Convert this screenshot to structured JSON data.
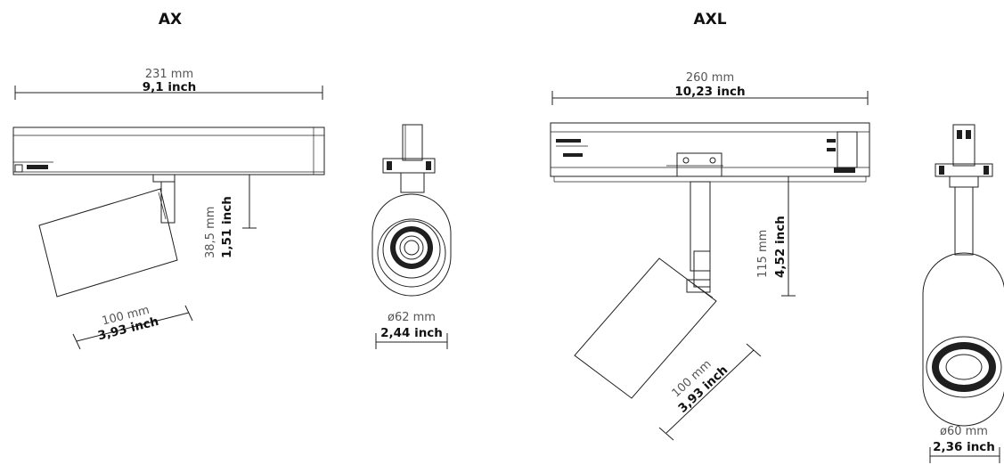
{
  "models": {
    "ax": {
      "title": "AX",
      "width_mm": "231 mm",
      "width_inch": "9,1 inch",
      "drop_mm": "38,5 mm",
      "drop_inch": "1,51 inch",
      "head_mm": "100 mm",
      "head_inch": "3,93 inch",
      "diam_mm": "ø62 mm",
      "diam_inch": "2,44 inch"
    },
    "axl": {
      "title": "AXL",
      "width_mm": "260 mm",
      "width_inch": "10,23 inch",
      "drop_mm": "115 mm",
      "drop_inch": "4,52 inch",
      "head_mm": "100 mm",
      "head_inch": "3,93 inch",
      "diam_mm": "ø60 mm",
      "diam_inch": "2,36 inch"
    }
  },
  "colors": {
    "line": "#1f1f1f",
    "text_light": "#555555",
    "text_bold": "#111111"
  }
}
